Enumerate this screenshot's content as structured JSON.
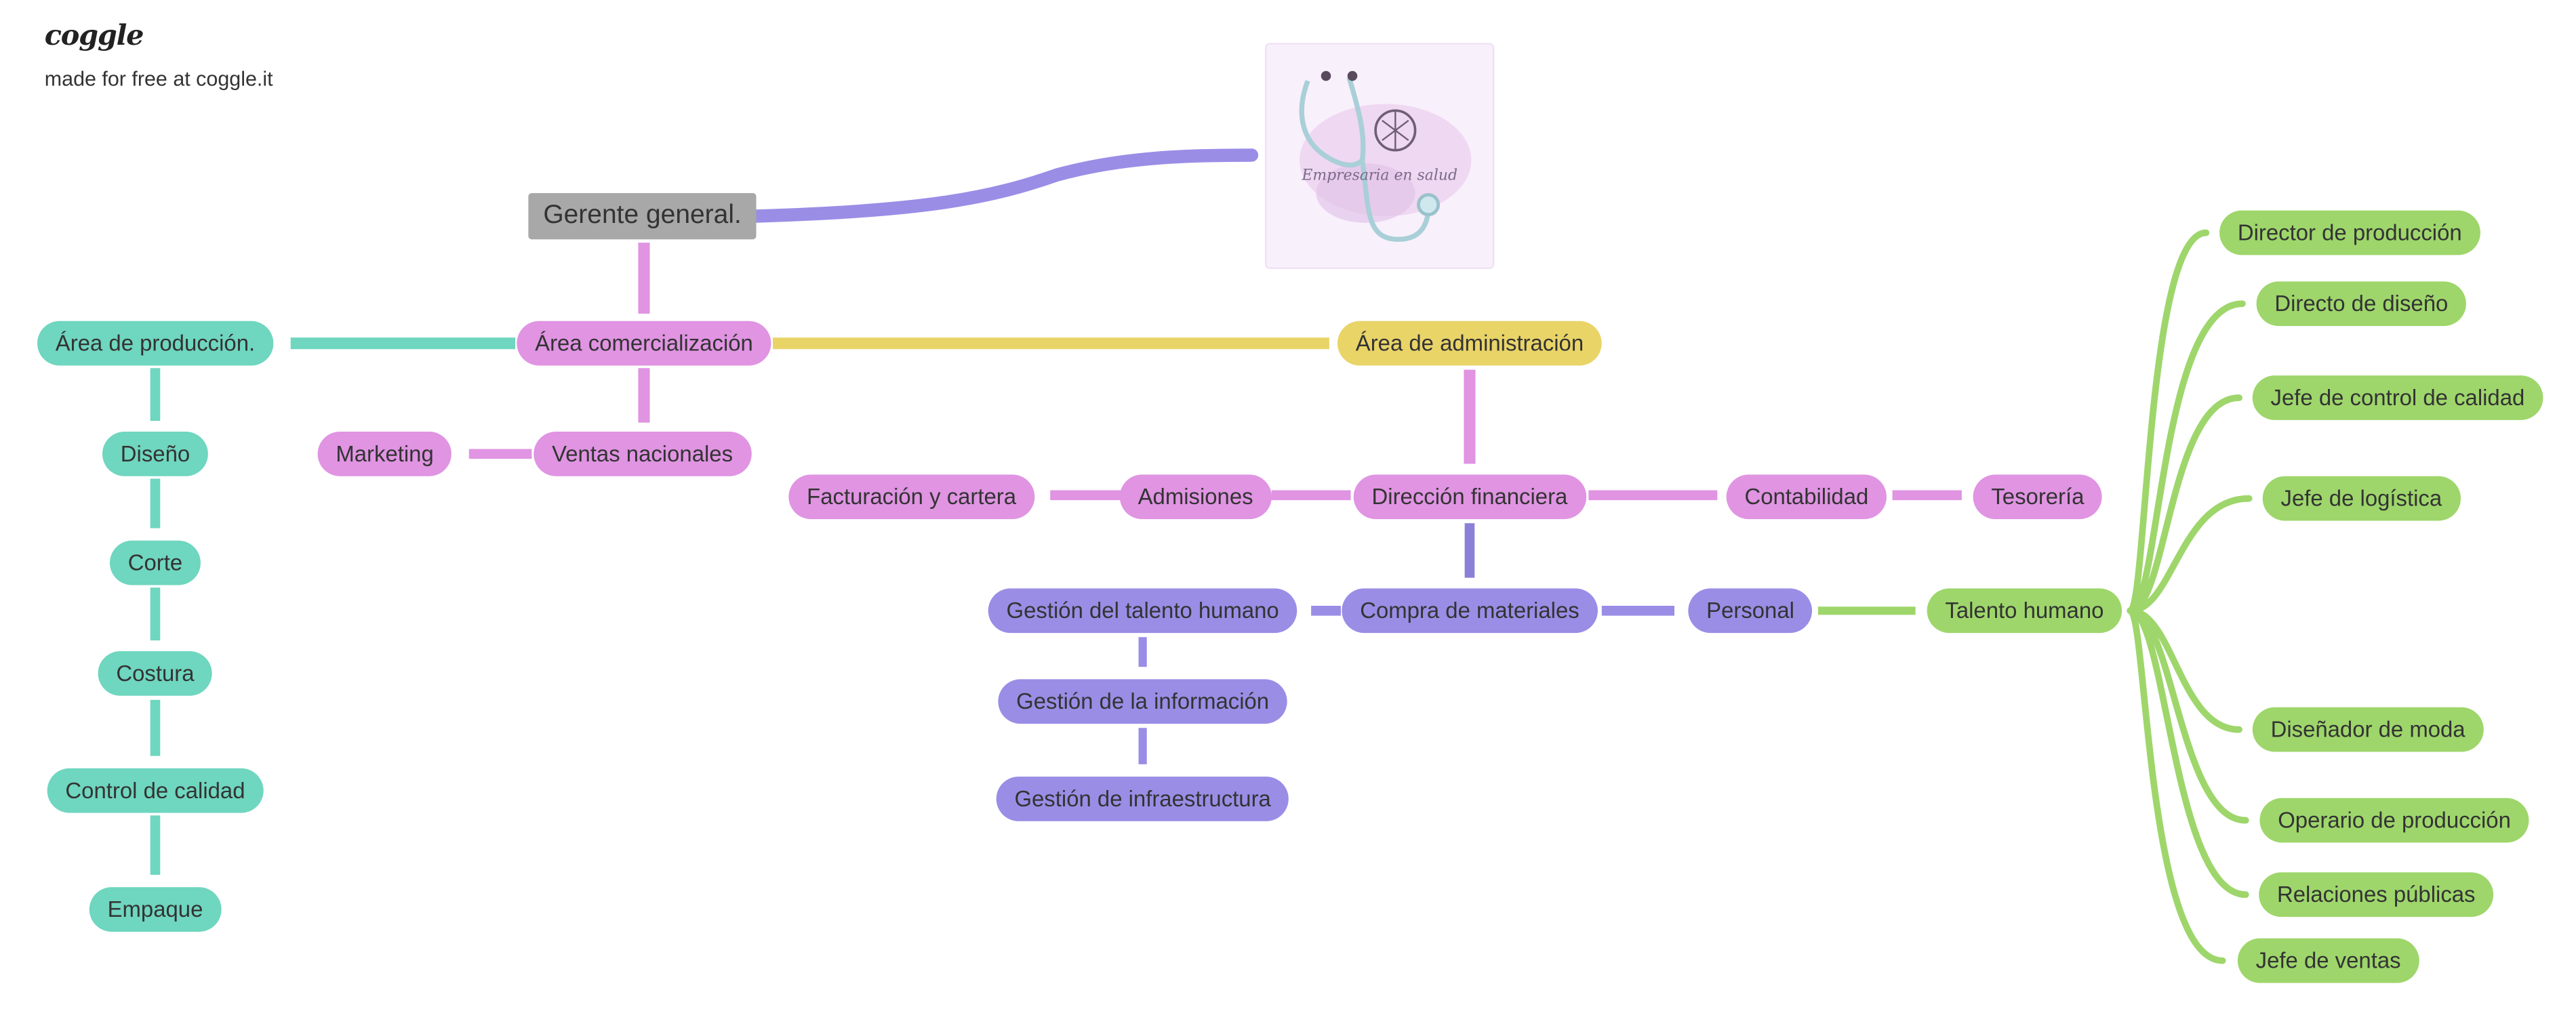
{
  "header": {
    "logo": "coggle",
    "credit": "made for free at coggle.it"
  },
  "image_card": {
    "brand_text": "Empresaria en salud"
  },
  "colors": {
    "teal": "#6fd6bf",
    "pink": "#e094e2",
    "yellow": "#e9d468",
    "purple": "#9a8de6",
    "green": "#9ed66b",
    "root": "#a8a8a8"
  },
  "nodes": {
    "root": "Gerente general.",
    "produccion": "Área de producción.",
    "comercializacion": "Área comercialización",
    "administracion": "Área de administración",
    "diseno": "Diseño",
    "corte": "Corte",
    "costura": "Costura",
    "control_calidad": "Control de calidad",
    "empaque": "Empaque",
    "marketing": "Marketing",
    "ventas_nacionales": "Ventas nacionales",
    "facturacion": "Facturación y cartera",
    "admisiones": "Admisiones",
    "direccion_financiera": "Dirección financiera",
    "contabilidad": "Contabilidad",
    "tesoreria": "Tesorería",
    "gestion_talento": "Gestión del talento humano",
    "compra_materiales": "Compra de materiales",
    "personal": "Personal",
    "talento_humano": "Talento humano",
    "gestion_informacion": "Gestión de la información",
    "gestion_infraestructura": "Gestión de infraestructura",
    "director_produccion": "Director de producción",
    "directo_diseno": "Directo de diseño",
    "jefe_control_calidad": "Jefe de control de calidad",
    "jefe_logistica": "Jefe de logística",
    "disenador_moda": "Diseñador de moda",
    "operario_produccion": "Operario de producción",
    "relaciones_publicas": "Relaciones públicas",
    "jefe_ventas": "Jefe de ventas"
  }
}
